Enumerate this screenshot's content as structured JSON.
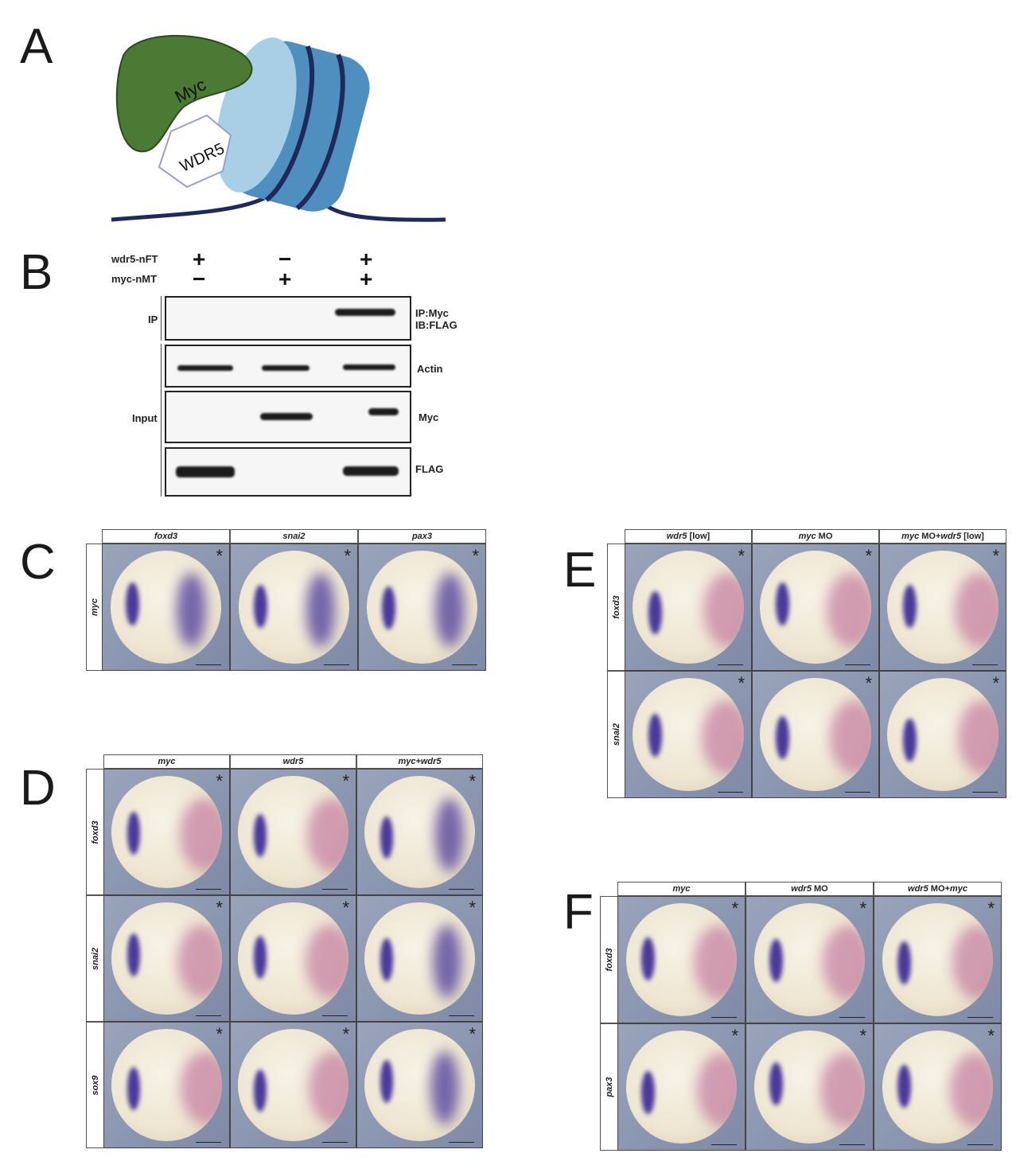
{
  "panel_letters": [
    "A",
    "B",
    "C",
    "D",
    "E",
    "F"
  ],
  "diagram": {
    "myc_label": "Myc",
    "wdr5_label": "WDR5"
  },
  "western": {
    "conditions": [
      {
        "label": "wdr5-nFT",
        "values": [
          "+",
          "−",
          "+"
        ]
      },
      {
        "label": "myc-nMT",
        "values": [
          "−",
          "+",
          "+"
        ]
      }
    ],
    "group_labels": {
      "ip": "IP",
      "input": "Input"
    },
    "blot_labels": {
      "ip_line1": "IP:Myc",
      "ip_line2": "IB:FLAG",
      "actin": "Actin",
      "myc": "Myc",
      "flag": "FLAG"
    }
  },
  "panels": {
    "C": {
      "columns": [
        [
          {
            "t": "foxd3",
            "i": true
          }
        ],
        [
          {
            "t": "snai2",
            "i": true
          }
        ],
        [
          {
            "t": "pax3",
            "i": true
          }
        ]
      ],
      "rows": [
        "myc"
      ]
    },
    "D": {
      "columns": [
        [
          {
            "t": "myc",
            "i": true
          }
        ],
        [
          {
            "t": "wdr5",
            "i": true
          }
        ],
        [
          {
            "t": "myc+wdr5",
            "i": true
          }
        ]
      ],
      "rows": [
        "foxd3",
        "snai2",
        "sox9"
      ]
    },
    "E": {
      "columns": [
        [
          {
            "t": "wdr5",
            "i": true
          },
          {
            "t": " [low]",
            "i": false
          }
        ],
        [
          {
            "t": "myc",
            "i": true
          },
          {
            "t": " MO",
            "i": false
          }
        ],
        [
          {
            "t": "myc",
            "i": true
          },
          {
            "t": " MO+",
            "i": false
          },
          {
            "t": "wdr5",
            "i": true
          },
          {
            "t": " [low]",
            "i": false
          }
        ]
      ],
      "rows": [
        "foxd3",
        "snai2"
      ]
    },
    "F": {
      "columns": [
        [
          {
            "t": "myc",
            "i": true
          }
        ],
        [
          {
            "t": "wdr5",
            "i": true
          },
          {
            "t": " MO",
            "i": false
          }
        ],
        [
          {
            "t": "wdr5",
            "i": true
          },
          {
            "t": " MO+",
            "i": false
          },
          {
            "t": "myc",
            "i": true
          }
        ]
      ],
      "rows": [
        "foxd3",
        "pax3"
      ]
    }
  },
  "asterisk": "*",
  "colors": {
    "myc_green": "#4a7a34",
    "nucleosome": "#5b9bc8",
    "dna": "#1f2a5c",
    "stain_purple": "#4b3a9a",
    "stain_magenta": "#b0508a"
  }
}
